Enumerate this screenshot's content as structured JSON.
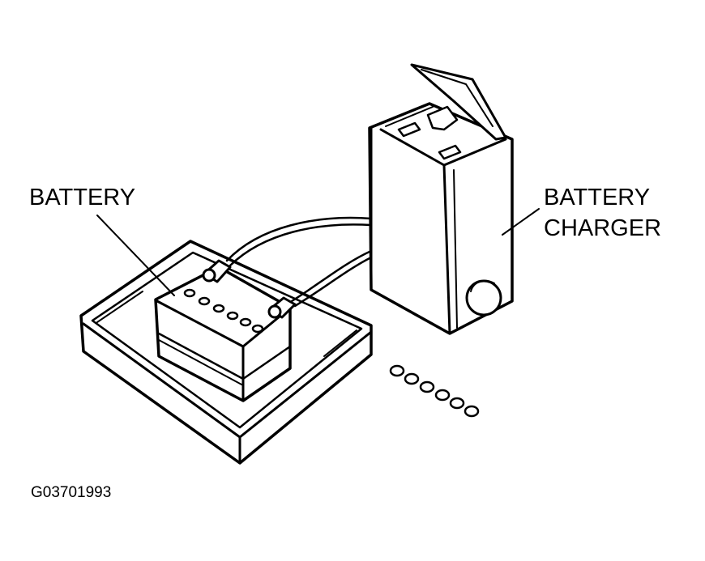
{
  "labels": {
    "battery": "BATTERY",
    "battery_charger_line1": "BATTERY",
    "battery_charger_line2": "CHARGER",
    "figure_code": "G03701993"
  },
  "colors": {
    "ink": "#000000",
    "paper": "#ffffff"
  }
}
